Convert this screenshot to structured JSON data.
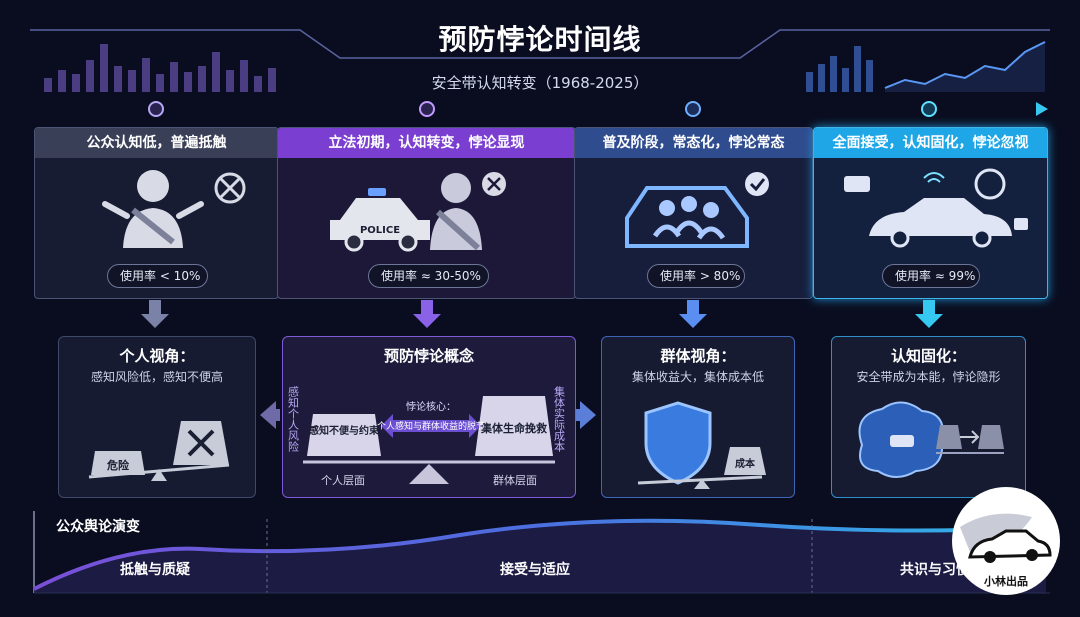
{
  "header": {
    "title": "预防悖论时间线",
    "subtitle": "安全带认知转变（1968-2025）"
  },
  "stages": [
    {
      "heading": "公众认知低，普遍抵触",
      "usage": "使用率 < 10%"
    },
    {
      "heading": "立法初期，认知转变，悖论显现",
      "usage": "使用率 ≈ 30-50%",
      "police": "POLICE"
    },
    {
      "heading": "普及阶段，常态化，悖论常态",
      "usage": "使用率 > 80%"
    },
    {
      "heading": "全面接受，认知固化，悖论忽视",
      "usage": "使用率 ≈ 99%"
    }
  ],
  "panels": {
    "individual": {
      "title": "个人视角：",
      "subtitle": "感知风险低，感知不便高",
      "weight_left": "危险"
    },
    "concept": {
      "title": "预防悖论概念",
      "left_vertical": "感知个人风险",
      "right_vertical": "集体实际成本",
      "core_label": "悖论核心：",
      "core_text": "个人感知与群体收益的脱节",
      "left_weight": "感知不便与约束",
      "right_weight": "集体生命挽救",
      "left_level": "个人层面",
      "right_level": "群体层面"
    },
    "group": {
      "title": "群体视角：",
      "subtitle": "集体收益大，集体成本低",
      "weight": "成本"
    },
    "cognition": {
      "title": "认知固化：",
      "subtitle": "安全带成为本能，悖论隐形"
    }
  },
  "opinion": {
    "label": "公众舆论演变",
    "phases": [
      "抵触与质疑",
      "接受与适应",
      "共识与习惯"
    ]
  },
  "watermark": {
    "text": "小林出品"
  }
}
